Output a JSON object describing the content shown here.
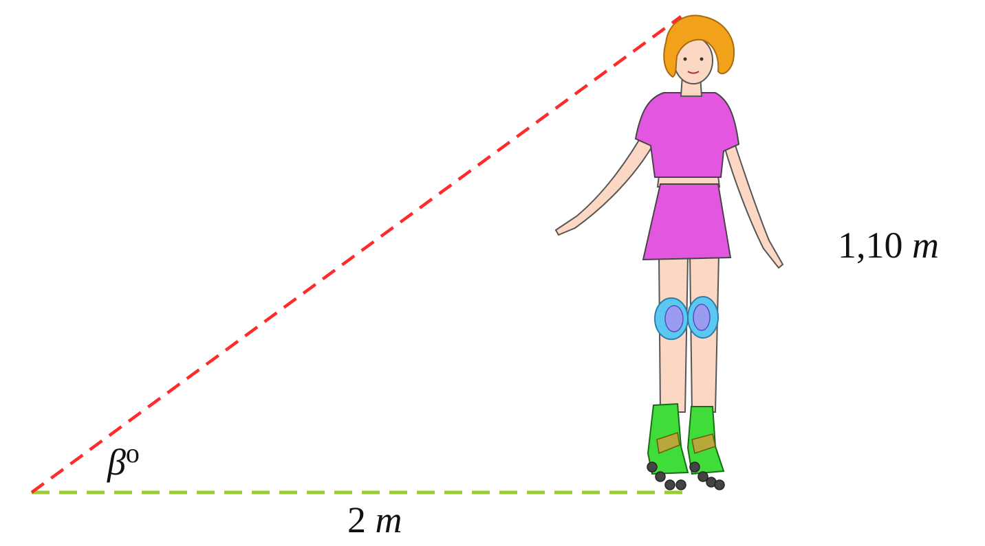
{
  "diagram": {
    "height_label": {
      "value": "1,10",
      "unit": "m"
    },
    "base_label": {
      "value": "2",
      "unit": "m"
    },
    "angle_label": {
      "symbol": "β",
      "degree": "o"
    },
    "colors": {
      "hypotenuse": "#ff2a2a",
      "base": "#9acd32",
      "shirt": "#e356e0",
      "skirt": "#e356e0",
      "hair": "#f2a21a",
      "skin": "#fbd7c4",
      "knee_pads": "#5ac8f0",
      "skates": "#3fdc3a",
      "wheels": "#444444"
    },
    "icons": [
      "girl-on-roller-skates-illustration"
    ]
  }
}
